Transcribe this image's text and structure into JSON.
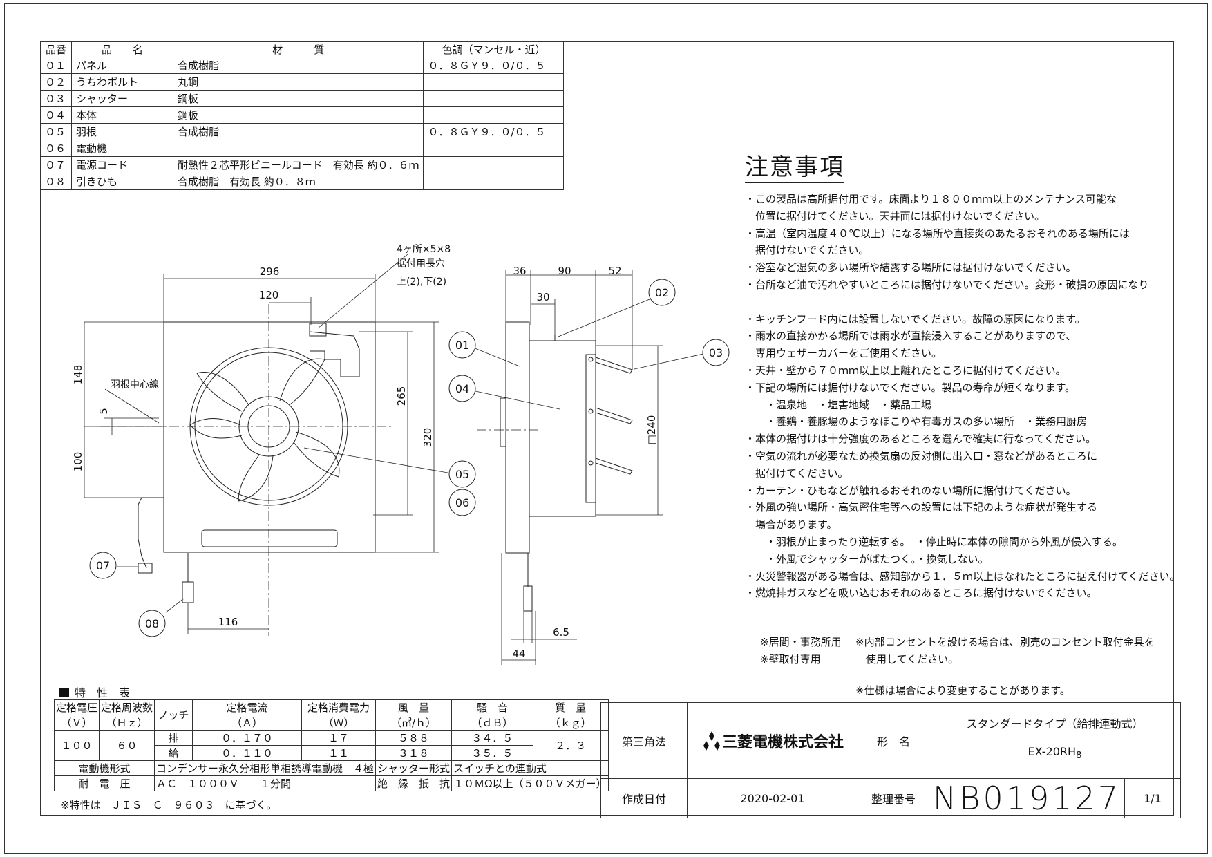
{
  "parts_table": {
    "headers": [
      "品番",
      "品　　名",
      "材　　　質",
      "色調（マンセル・近）"
    ],
    "rows": [
      [
        "０１",
        "パネル",
        "合成樹脂",
        "０．８ＧＹ９．０/０．５"
      ],
      [
        "０２",
        "うちわボルト",
        "丸鋼",
        ""
      ],
      [
        "０３",
        "シャッター",
        "鋼板",
        ""
      ],
      [
        "０４",
        "本体",
        "鋼板",
        ""
      ],
      [
        "０５",
        "羽根",
        "合成樹脂",
        "０．８ＧＹ９．０/０．５"
      ],
      [
        "０６",
        "電動機",
        "",
        ""
      ],
      [
        "０７",
        "電源コード",
        "耐熱性２芯平形ビニールコード　有効長 約０．６ｍ",
        ""
      ],
      [
        "０８",
        "引きひも",
        "合成樹脂　有効長 約０．８ｍ",
        ""
      ]
    ]
  },
  "drawing": {
    "dim_296": "296",
    "dim_120": "120",
    "dim_148": "148",
    "dim_5": "5",
    "dim_100": "100",
    "dim_265": "265",
    "dim_320": "320",
    "dim_116": "116",
    "blade_center_label": "羽根中心線",
    "hole_note_1": "4ヶ所×5×8",
    "hole_note_2": "据付用長穴",
    "hole_note_3": "上(2),下(2)",
    "dim_36": "36",
    "dim_90": "90",
    "dim_52": "52",
    "dim_30": "30",
    "dim_240": "□240",
    "dim_6_5": "6.5",
    "dim_44": "44",
    "callouts": [
      "01",
      "02",
      "03",
      "04",
      "05",
      "06",
      "07",
      "08"
    ]
  },
  "notes": {
    "title": "注意事項",
    "lines": [
      "・この製品は高所据付用です。床面より１８００ｍｍ以上のメンテナンス可能な",
      "　位置に据付けてください。天井面には据付けないでください。",
      "・高温（室内温度４０℃以上）になる場所や直接炎のあたるおそれのある場所には",
      "　据付けないでください。",
      "・浴室など湿気の多い場所や結露する場所には据付けないでください。",
      "・台所など油で汚れやすいところには据付けないでください。変形・破損の原因になり",
      "",
      "・キッチンフード内には設置しないでください。故障の原因になります。",
      "・雨水の直接かかる場所では雨水が直接浸入することがありますので、",
      "　専用ウェザーカバーをご使用ください。",
      "・天井・壁から７０ｍｍ以上以上離れたところに据付けてください。",
      "・下記の場所には据付けないでください。製品の寿命が短くなります。",
      "　　・温泉地　・塩害地域　・薬品工場",
      "　　・養鶏・養豚場のようなほこりや有毒ガスの多い場所　・業務用厨房",
      "・本体の据付けは十分強度のあるところを選んで確実に行なってください。",
      "・空気の流れが必要なため換気扇の反対側に出入口・窓などがあるところに",
      "　据付けてください。",
      "・カーテン・ひもなどが触れるおそれのない場所に据付けてください。",
      "・外風の強い場所・高気密住宅等への設置には下記のような症状が発生する",
      "　場合があります。",
      "　　・羽根が止まったり逆転する。　・停止時に本体の隙間から外風が侵入する。",
      "　　・外風でシャッターがばたつく。・換気しない。",
      "・火災警報器がある場合は、感知部から１．５ｍ以上はなれたところに据え付けてください。",
      "・燃焼排ガスなどを吸い込むおそれのあるところに据付けないでください。"
    ],
    "footnote_left": [
      "※居間・事務所用",
      "※壁取付専用"
    ],
    "footnote_right": [
      "※内部コンセントを設ける場合は、別売のコンセント取付金具を",
      "　使用してください。"
    ],
    "spec_change": "※仕様は場合により変更することがあります。"
  },
  "spec_table": {
    "title": "特　性　表",
    "h_voltage": "定格電圧",
    "h_voltage_u": "（Ｖ）",
    "h_freq": "定格周波数",
    "h_freq_u": "（Ｈｚ）",
    "h_notch": "ノッチ",
    "h_current": "定格電流",
    "h_current_u": "（Ａ）",
    "h_power": "定格消費電力",
    "h_power_u": "（Ｗ）",
    "h_air": "風　量",
    "h_air_u": "（㎥/ｈ）",
    "h_noise": "騒　音",
    "h_noise_u": "（ｄＢ）",
    "h_mass": "質　量",
    "h_mass_u": "（ｋｇ）",
    "voltage": "１００",
    "freq": "６０",
    "rows": [
      {
        "notch": "排",
        "current": "０．１７０",
        "power": "１７",
        "air": "５８８",
        "noise": "３４．５"
      },
      {
        "notch": "給",
        "current": "０．１１０",
        "power": "１１",
        "air": "３１８",
        "noise": "３５．５"
      }
    ],
    "mass": "２．３",
    "motor_label": "電動機形式",
    "motor": "コンデンサー永久分相形単相誘導電動機　４極",
    "shutter_label": "シャッター形式",
    "shutter": "スイッチとの連動式",
    "withstand_label": "耐　電　圧",
    "withstand": "ＡＣ　１０００Ｖ　　１分間",
    "insulation_label": "絶　縁　抵　抗",
    "insulation": "１０ＭΩ以上（５００Ｖメガー）",
    "note": "※特性は　ＪＩＳ　Ｃ　９６０３　に基づく。"
  },
  "title_block": {
    "projection": "第三角法",
    "company": "三菱電機株式会社",
    "model_label": "形　名",
    "type": "スタンダードタイプ（給排連動式）",
    "model": "EX-20RH",
    "model_sub": "8",
    "date_label": "作成日付",
    "date": "2020-02-01",
    "docno_label": "整理番号",
    "docno": "NB019127",
    "page": "1/1"
  }
}
